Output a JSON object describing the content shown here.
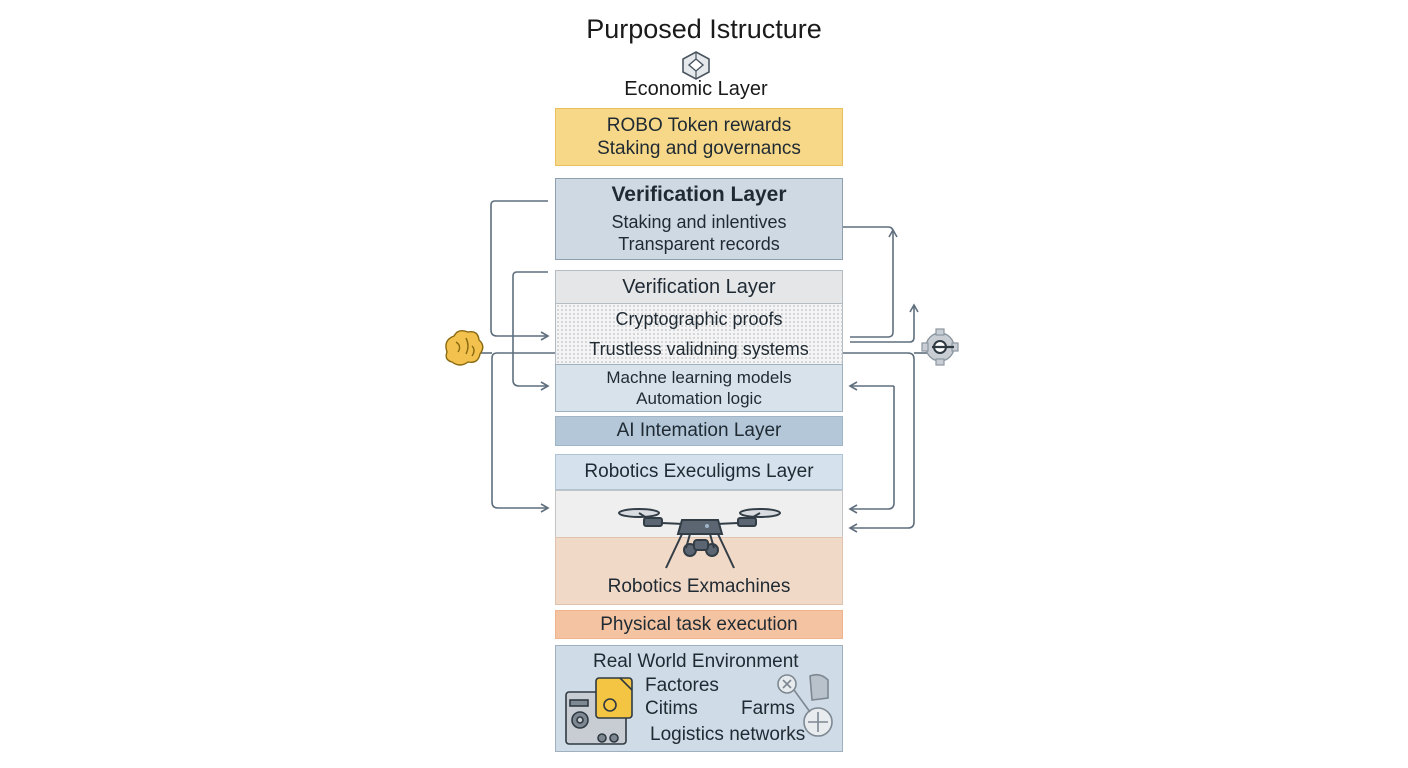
{
  "diagram": {
    "title": "Purposed Istructure",
    "economic": {
      "label": "Economic Layer",
      "lines": [
        "ROBO Token rewards",
        "Staking and governancs"
      ]
    },
    "verification_top": {
      "heading": "Verification Layer",
      "lines": [
        "Staking and inlentives",
        "Transparent records"
      ]
    },
    "verification_mid": {
      "heading": "Verification Layer",
      "lines": [
        "Cryptographic proofs",
        "Trustless validning systems"
      ]
    },
    "ai": {
      "lines": [
        "Machne learning models",
        "Automation logic"
      ],
      "label": "AI Intemation Layer"
    },
    "robotics": {
      "heading": "Robotics Execuligms Layer",
      "machines_label": "Robotics Exmachines",
      "task_label": "Physical task execution"
    },
    "environment": {
      "heading": "Real World Environment",
      "items": [
        "Factores",
        "Citims",
        "Farms",
        "Logistics networks"
      ]
    },
    "colors": {
      "economic": "#f7d889",
      "verification": "#cfd9e4",
      "ai": "#b3c7d8",
      "robotics_machines": "#f1d9c8",
      "task": "#f4c4a2",
      "environment": "#cfdbe6",
      "arrow": "#5f6f7e"
    },
    "icons": [
      "cube-icon",
      "brain-icon",
      "gear-icon",
      "drone-icon",
      "factory-machine-icon",
      "farm-tools-icon"
    ]
  }
}
